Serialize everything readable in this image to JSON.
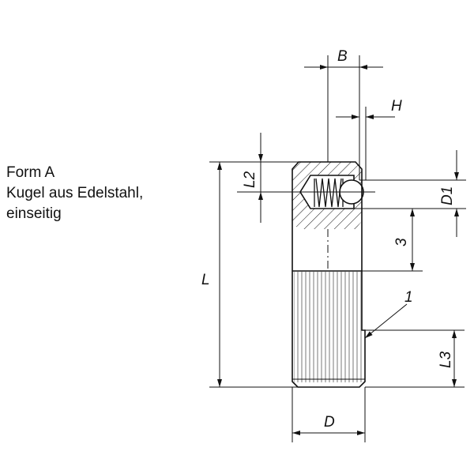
{
  "caption": {
    "lines": [
      "Form A",
      "Kugel aus Edelstahl,",
      "einseitig"
    ]
  },
  "dimensions": {
    "B": "B",
    "H": "H",
    "L": "L",
    "L2": "L2",
    "D1": "D1",
    "three": "3",
    "one": "1",
    "L3": "L3",
    "D": "D"
  }
}
